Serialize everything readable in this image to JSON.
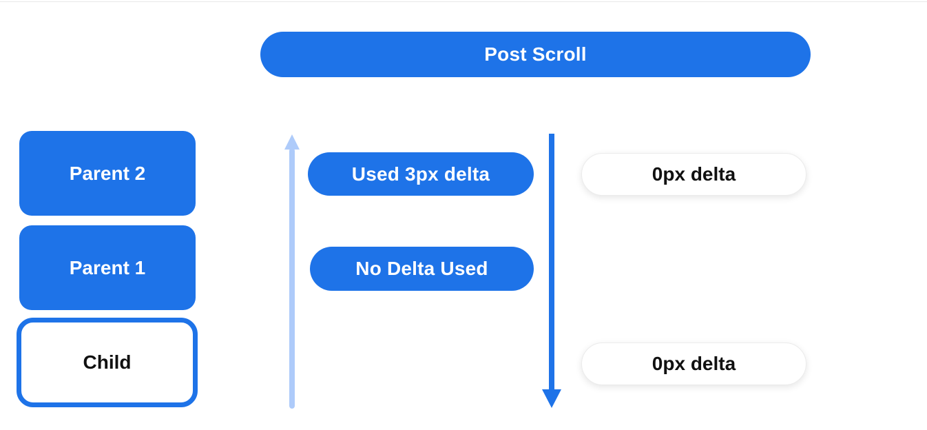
{
  "colors": {
    "primary_blue": "#1e73e8",
    "light_blue": "#aecbfa",
    "background": "#ffffff",
    "text_on_blue": "#ffffff",
    "text_dark": "#111111",
    "pill_border": "#ebebeb"
  },
  "header": {
    "title": "Post Scroll"
  },
  "node_stack": {
    "items": [
      {
        "label": "Parent 2",
        "variant": "filled"
      },
      {
        "label": "Parent 1",
        "variant": "filled"
      },
      {
        "label": "Child",
        "variant": "outlined"
      }
    ]
  },
  "delta_column": {
    "icons": {
      "up_arrow": "arrow-up",
      "down_arrow": "arrow-down"
    },
    "labels": [
      {
        "label": "Used 3px delta"
      },
      {
        "label": "No Delta Used"
      }
    ]
  },
  "result_column": {
    "labels": [
      {
        "label": "0px delta"
      },
      {
        "label": "0px delta"
      }
    ]
  }
}
